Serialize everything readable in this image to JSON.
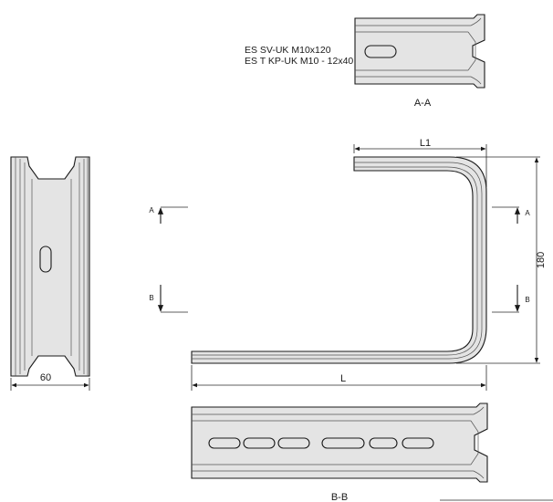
{
  "spec": {
    "line1": "ES SV-UK M10x120",
    "line2": "ES T KP-UK M10 - 12x40"
  },
  "sections": {
    "aa": "A-A",
    "bb": "B-B"
  },
  "dimensions": {
    "l1": "L1",
    "l": "L",
    "height": "180",
    "width": "60"
  },
  "markers": {
    "a": "A",
    "b": "B"
  }
}
